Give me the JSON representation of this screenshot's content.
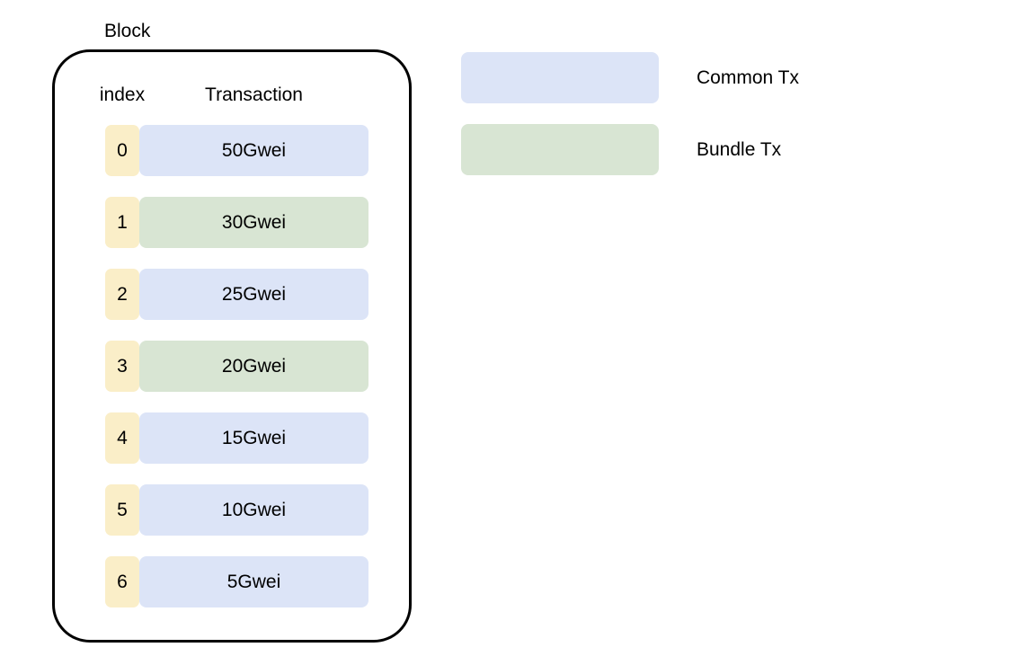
{
  "block": {
    "label": "Block",
    "columns": {
      "index": "index",
      "transaction": "Transaction"
    },
    "rows": [
      {
        "index": "0",
        "transaction": "50Gwei",
        "kind": "common"
      },
      {
        "index": "1",
        "transaction": "30Gwei",
        "kind": "bundle"
      },
      {
        "index": "2",
        "transaction": "25Gwei",
        "kind": "common"
      },
      {
        "index": "3",
        "transaction": "20Gwei",
        "kind": "bundle"
      },
      {
        "index": "4",
        "transaction": "15Gwei",
        "kind": "common"
      },
      {
        "index": "5",
        "transaction": "10Gwei",
        "kind": "common"
      },
      {
        "index": "6",
        "transaction": "5Gwei",
        "kind": "common"
      }
    ]
  },
  "legend": {
    "items": [
      {
        "label": "Common Tx",
        "kind": "common"
      },
      {
        "label": "Bundle Tx",
        "kind": "bundle"
      }
    ]
  },
  "colors": {
    "index_cell": "#faeec8",
    "common": "#dce4f7",
    "bundle": "#d8e5d3",
    "border": "#000000",
    "background": "#ffffff",
    "text": "#000000"
  }
}
